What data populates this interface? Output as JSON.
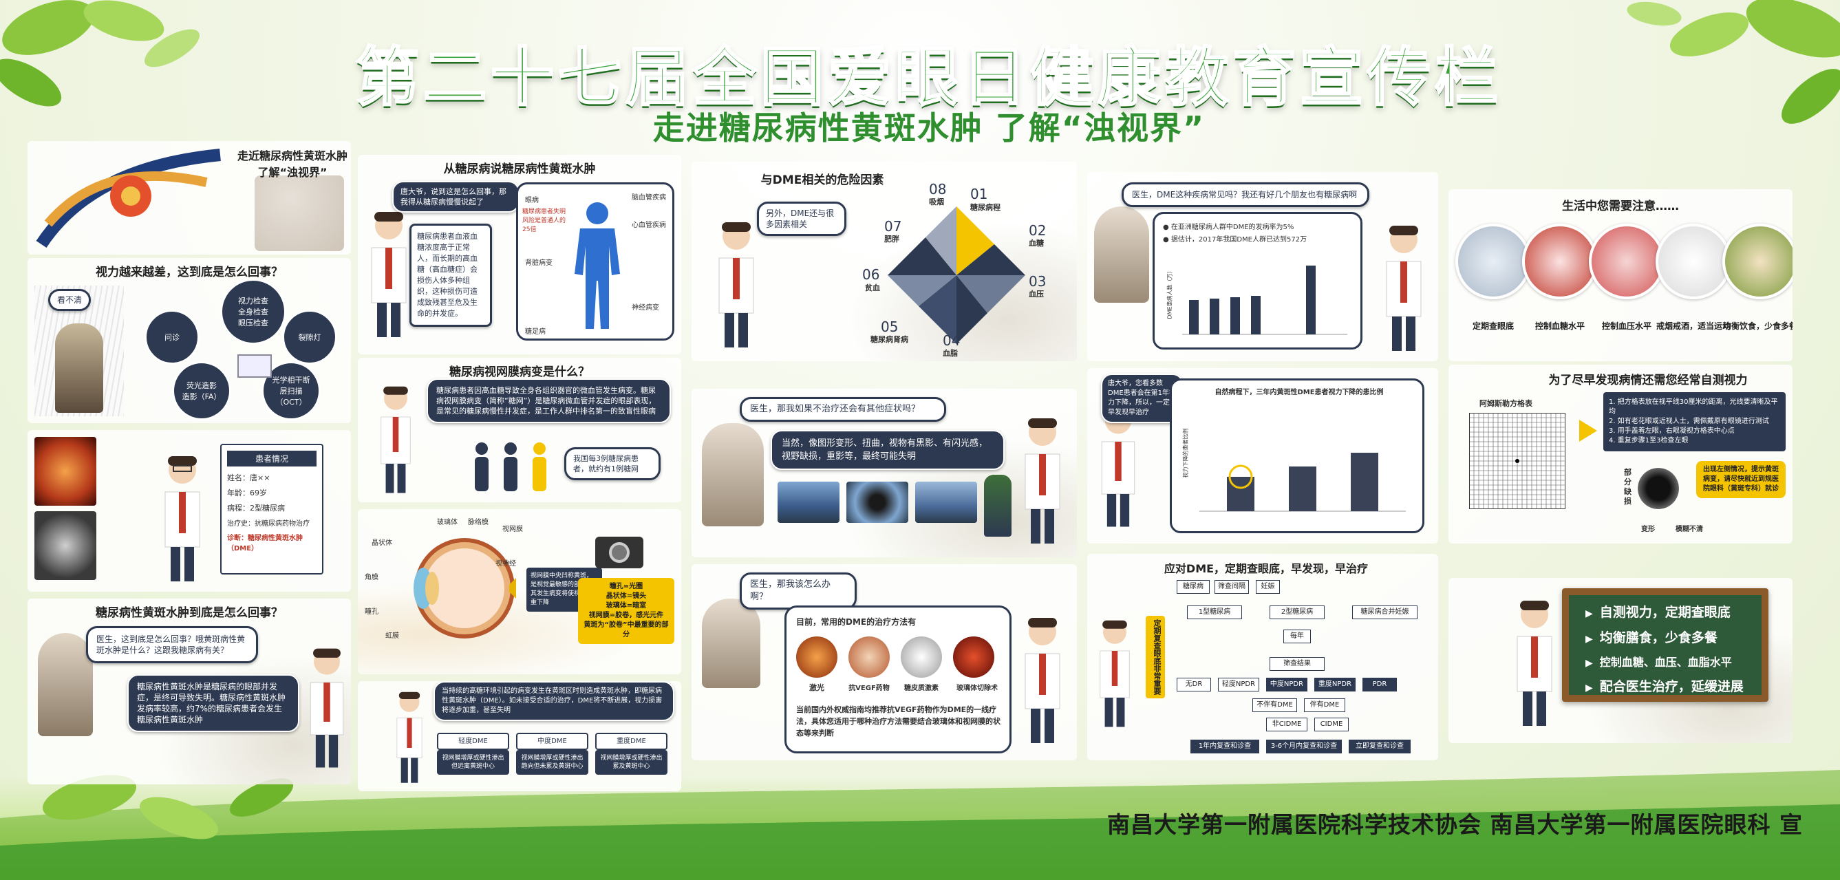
{
  "header": {
    "title": "第二十七届全国爱眼日健康教育宣传栏",
    "subtitle": "走进糖尿病性黄斑水肿 了解“浊视界”"
  },
  "footer": {
    "text": "南昌大学第一附属医院科学技术协会 南昌大学第一附属医院眼科 宣"
  },
  "col1": {
    "p1_title": "走近糖尿病性黄斑水肿\n了解“浊视界”",
    "p2_title": "视力越来越差，这到底是怎么回事？",
    "p2_rain": "看不清",
    "p2_nodes": [
      "视力检查\n全身检查\n眼压检查",
      "裂隙灯",
      "问诊",
      "荧光造影\n造影（FA）",
      "光学相干断层扫描\n（OCT）"
    ],
    "p3_card_title": "患者情况",
    "p3_card": [
      "姓名：唐××",
      "年龄：69岁",
      "病程：2型糖尿病",
      "治疗史：抗糖尿病药物治疗",
      "诊断：糖尿病性黄斑水肿",
      "（DME）"
    ],
    "p4_title": "糖尿病性黄斑水肿到底是怎么回事？",
    "p4_q": "医生，这到底是怎么回事？哦黄斑病性黄斑水肿是什么？这跟我糖尿病有关？",
    "p4_a": "糖尿病性黄斑水肿是糖尿病的眼部并发症，是终可导致失明。糖尿病性黄斑水肿发病率较高，约7%的糖尿病患者会发生糖尿病性黄斑水肿"
  },
  "col2": {
    "p1_title": "从糖尿病说糖尿病性黄斑水肿",
    "p1_bubble": "唐大爷，说到这是怎么回事，那我得从糖尿病慢慢说起了",
    "p1_text": "糖尿病患者血液血糖浓度高于正常人，而长期的高血糖（高血糖症）会损伤人体多种组织，这种损伤可造成致残甚至危及生命的并发症。",
    "p1_labels": [
      "眼病",
      "糖尿病患者失明风险是普通人的25倍",
      "脑血管疾病",
      "心血管疾病",
      "肾脏病变",
      "神经病变",
      "糖足病"
    ],
    "p2_title": "糖尿病视网膜病变是什么？",
    "p2_bubble": "糖尿病患者因高血糖导致全身各组织器官的微血管发生病变。糖尿病视网膜病变（简称“糖网”）是糖尿病微血管并发症的眼部表现，是常见的糖尿病慢性并发症，是工作人群中排名第一的致盲性眼病",
    "p2_stat": "我国每3例糖尿病患者，就约有1例糖网",
    "p3_labels": [
      "玻璃体",
      "脉络膜",
      "视网膜",
      "晶状体",
      "角膜",
      "瞳孔",
      "虹膜",
      "视神经"
    ],
    "p3_box1": "视网膜中央凹称黄斑，是视觉最敏感的部位，其发生病变将使视力严重下降",
    "p3_box2": "瞳孔=光圈\n晶状体=镜头\n玻璃体=暗室\n视网膜=胶卷，感光元件\n黄斑为“胶卷”中最重要的部分",
    "p4_bubble": "当持续的高糖环境引起的病变发生在黄斑区时则造成黄斑水肿，即糖尿病性黄斑水肿（DME）。如未接受合适的治疗，DME将不断进展，视力损害将逐步加重，甚至失明",
    "p4_stages": [
      "轻度DME",
      "中度DME",
      "重度DME"
    ],
    "p4_desc": [
      "视网膜增厚或硬性渗出但远离黄斑中心",
      "视网膜增厚或硬性渗出趋向但未累及黄斑中心",
      "视网膜增厚或硬性渗出累及黄斑中心"
    ]
  },
  "col3": {
    "p1_title": "与DME相关的危险因素",
    "p1_bubble": "另外，DME还与很多因素相关",
    "p1_factors": [
      {
        "num": "01",
        "label": "糖尿病程"
      },
      {
        "num": "02",
        "label": "血糖"
      },
      {
        "num": "03",
        "label": "血压"
      },
      {
        "num": "04",
        "label": "血脂"
      },
      {
        "num": "05",
        "label": "糖尿病肾病"
      },
      {
        "num": "06",
        "label": "贫血"
      },
      {
        "num": "07",
        "label": "肥胖"
      },
      {
        "num": "08",
        "label": "吸烟"
      }
    ],
    "p2_q": "医生，那我如果不治疗还会有其他症状吗？",
    "p2_a": "当然，像图形变形、扭曲，视物有黑影、有闪光感，视野缺损，重影等，最终可能失明",
    "p3_q": "医生，那我该怎么办啊？",
    "p3_text": "目前，常用的DME的治疗方法有",
    "p3_methods": [
      "激光",
      "抗VEGF药物",
      "糖皮质激素",
      "玻璃体切除术"
    ],
    "p3_note": "当前国内外权威指南均推荐抗VEGF药物作为DME的一线疗法，具体您适用于哪种治疗方法需要结合玻璃体和视网膜的状态等来判断"
  },
  "col4": {
    "p1_bubble": "医生，DME这种疾病常见吗？我还有好几个朋友也有糖尿病啊",
    "p1_points": [
      "在亚洲糖尿病人群中DME的发病率为5%",
      "据估计，2017年我国DME人群已达到572万"
    ],
    "p1_ylabel": "DME患病人数（万）",
    "p2_bubble": "唐大爷，您看多数DME患者会在第1年视力下降，所以，一定要早发现早治疗",
    "p2_chart_title": "自然病程下，三年内黄斑性DME患者视力下降的患比例",
    "p2_ylabel": "视力下降的患者比例",
    "p3_title": "应对DME，定期查眼底，早发现，早治疗",
    "p3_side": "定期复查眼底非常重要",
    "p3_flow": [
      "糖尿病",
      "筛查间隔",
      "妊娠",
      "1型糖尿病",
      "2型糖尿病",
      "糖尿病合并妊娠",
      "每年",
      "筛查结果",
      "无DR",
      "轻度NPDR",
      "中度NPDR",
      "重度NPDR",
      "PDR",
      "不伴有DME",
      "伴有DME",
      "非CIDME",
      "CIDME",
      "1年内复查和诊查",
      "3-6个月内复查和诊查",
      "立即复查和诊查"
    ]
  },
  "col5": {
    "p1_title": "生活中您需要注意……",
    "p1_items": [
      "定期查眼底",
      "控制血糖水平",
      "控制血压水平",
      "戒烟戒酒，适当运动",
      "均衡饮食，少食多餐"
    ],
    "p2_title": "为了尽早发现病情还需您经常自测视力",
    "p2_grid_label": "阿姆斯勒方格表",
    "p2_steps": [
      "把方格表放在视平线30厘米的距离，光线要清晰及平均",
      "如有老花眼或近视人士，需佩戴原有眼镜进行测试",
      "用手盖着左眼，右眼凝视方格表中心点",
      "重复步骤1至3检查左眼"
    ],
    "p2_side": "部分缺损",
    "p2_warn": "出现左侧情况，提示黄斑病变，请尽快就近到规医院眼科（黄斑专科）就诊",
    "p2_labels": [
      "变形",
      "模糊不清"
    ],
    "p3_board": [
      "自测视力，定期查眼底",
      "均衡膳食，少食多餐",
      "控制血糖、血压、血脂水平",
      "配合医生治疗，延缓进展"
    ]
  },
  "colors": {
    "green": "#3aa33a",
    "navy": "#2d3950",
    "yellow": "#f5c400"
  }
}
